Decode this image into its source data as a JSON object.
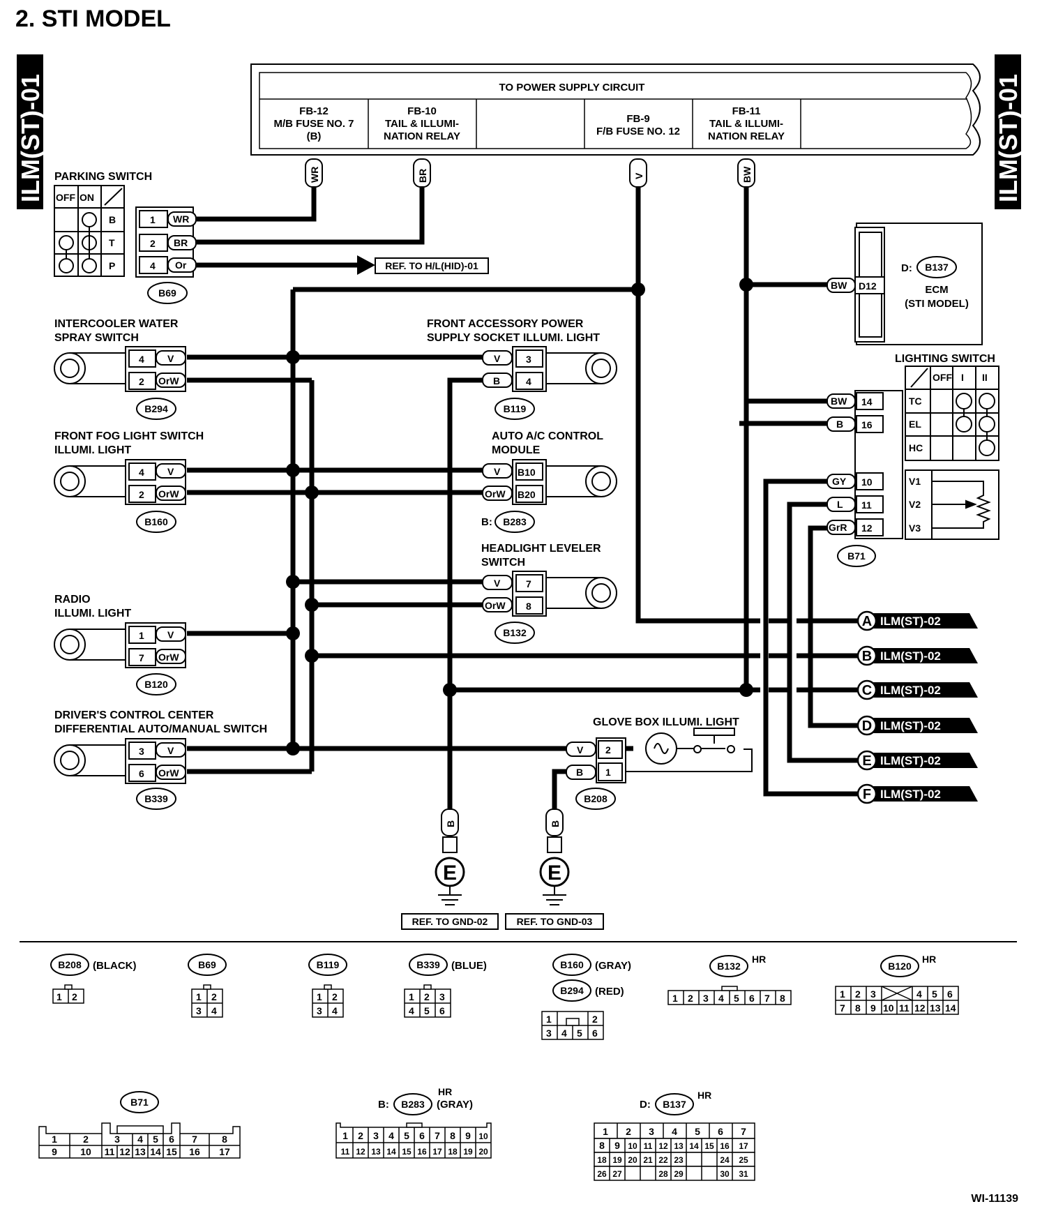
{
  "title": "2.  STI MODEL",
  "side_tabs": [
    "ILM(ST)-01",
    "ILM(ST)-01"
  ],
  "power_supply": {
    "header": "TO POWER SUPPLY CIRCUIT",
    "fuses": [
      {
        "lines": [
          "FB-12",
          "M/B FUSE NO. 7",
          "(B)"
        ]
      },
      {
        "lines": [
          "FB-10",
          "TAIL & ILLUMI-",
          "NATION RELAY"
        ]
      },
      {
        "lines": []
      },
      {
        "lines": [
          "FB-9",
          "F/B FUSE NO. 12"
        ]
      },
      {
        "lines": [
          "FB-11",
          "TAIL & ILLUMI-",
          "NATION RELAY"
        ]
      }
    ]
  },
  "wire_colors": {
    "wr": "WR",
    "br": "BR",
    "v": "V",
    "bw": "BW",
    "or": "Or",
    "orw": "OrW",
    "b": "B",
    "gy": "GY",
    "l": "L",
    "grr": "GrR"
  },
  "parking_switch": {
    "title": "PARKING SWITCH",
    "cols": [
      "OFF",
      "ON"
    ],
    "rows": [
      "B",
      "T",
      "P"
    ],
    "pins": [
      "1",
      "2",
      "4"
    ],
    "connector": "B69",
    "ref": "REF. TO H/L(HID)-01"
  },
  "ecm": {
    "prefix": "D:",
    "connector": "B137",
    "name": "ECM",
    "model": "(STI MODEL)",
    "pin": "D12"
  },
  "lighting_switch": {
    "title": "LIGHTING SWITCH",
    "cols": [
      "OFF",
      "I",
      "II"
    ],
    "rows": [
      "TC",
      "EL",
      "HC"
    ],
    "vrows": [
      "V1",
      "V2",
      "V3"
    ],
    "pins": [
      "14",
      "16",
      "10",
      "11",
      "12"
    ],
    "connector": "B71"
  },
  "components_left": [
    {
      "title": [
        "INTERCOOLER WATER",
        "SPRAY SWITCH"
      ],
      "pins": [
        "4",
        "2"
      ],
      "connector": "B294"
    },
    {
      "title": [
        "FRONT FOG LIGHT SWITCH",
        "ILLUMI. LIGHT"
      ],
      "pins": [
        "4",
        "2"
      ],
      "connector": "B160"
    },
    {
      "title": [
        "RADIO",
        "ILLUMI. LIGHT"
      ],
      "pins": [
        "1",
        "7"
      ],
      "connector": "B120"
    },
    {
      "title": [
        "DRIVER'S CONTROL CENTER",
        "DIFFERENTIAL AUTO/MANUAL SWITCH"
      ],
      "pins": [
        "3",
        "6"
      ],
      "connector": "B339"
    }
  ],
  "components_right": [
    {
      "title": [
        "FRONT ACCESSORY POWER",
        "SUPPLY SOCKET ILLUMI. LIGHT"
      ],
      "pins": [
        "3",
        "4"
      ],
      "connector": "B119",
      "prefix": ""
    },
    {
      "title": [
        "AUTO A/C CONTROL",
        "MODULE"
      ],
      "pins": [
        "B10",
        "B20"
      ],
      "connector": "B283",
      "prefix": "B:"
    },
    {
      "title": [
        "HEADLIGHT LEVELER",
        "SWITCH"
      ],
      "pins": [
        "7",
        "8"
      ],
      "connector": "B132",
      "prefix": ""
    }
  ],
  "glove_box": {
    "title": "GLOVE BOX ILLUMI. LIGHT",
    "pins": [
      "2",
      "1"
    ],
    "connector": "B208"
  },
  "grounds": [
    {
      "symbol": "E",
      "ref": "REF. TO GND-02"
    },
    {
      "symbol": "E",
      "ref": "REF. TO GND-03"
    }
  ],
  "continuations": [
    {
      "letter": "A",
      "ref": "ILM(ST)-02"
    },
    {
      "letter": "B",
      "ref": "ILM(ST)-02"
    },
    {
      "letter": "C",
      "ref": "ILM(ST)-02"
    },
    {
      "letter": "D",
      "ref": "ILM(ST)-02"
    },
    {
      "letter": "E",
      "ref": "ILM(ST)-02"
    },
    {
      "letter": "F",
      "ref": "ILM(ST)-02"
    }
  ],
  "legend": {
    "b208": {
      "name": "B208",
      "note": "(BLACK)",
      "cells": [
        "1",
        "2"
      ]
    },
    "b69": {
      "name": "B69",
      "cells": [
        "1",
        "2",
        "3",
        "4"
      ]
    },
    "b119": {
      "name": "B119",
      "cells": [
        "1",
        "2",
        "3",
        "4"
      ]
    },
    "b339": {
      "name": "B339",
      "note": "(BLUE)",
      "cells": [
        "1",
        "2",
        "3",
        "4",
        "5",
        "6"
      ]
    },
    "b160": {
      "name": "B160",
      "note": "(GRAY)"
    },
    "b294": {
      "name": "B294",
      "note": "(RED)",
      "cells": [
        "1",
        "2",
        "3",
        "4",
        "5",
        "6"
      ]
    },
    "b132": {
      "name": "B132",
      "note": "HR",
      "cells": [
        "1",
        "2",
        "3",
        "4",
        "5",
        "6",
        "7",
        "8"
      ]
    },
    "b120": {
      "name": "B120",
      "note": "HR",
      "row1": [
        "1",
        "2",
        "3",
        "",
        "4",
        "5",
        "6"
      ],
      "row2": [
        "7",
        "8",
        "9",
        "10",
        "11",
        "12",
        "13",
        "14"
      ]
    },
    "b71": {
      "name": "B71",
      "row1": [
        "1",
        "2",
        "3",
        "4",
        "5",
        "6",
        "7",
        "8"
      ],
      "row2": [
        "9",
        "10",
        "11",
        "12",
        "13",
        "14",
        "15",
        "16",
        "17"
      ]
    },
    "b283": {
      "name": "B283",
      "prefix": "B:",
      "note1": "HR",
      "note2": "(GRAY)",
      "row1": [
        "1",
        "2",
        "3",
        "4",
        "5",
        "6",
        "7",
        "8",
        "9",
        "10"
      ],
      "row2": [
        "11",
        "12",
        "13",
        "14",
        "15",
        "16",
        "17",
        "18",
        "19",
        "20"
      ]
    },
    "b137": {
      "name": "B137",
      "prefix": "D:",
      "note": "HR",
      "rows": [
        [
          "1",
          "2",
          "3",
          "4",
          "5",
          "6",
          "7"
        ],
        [
          "8",
          "9",
          "10",
          "11",
          "12",
          "13",
          "14",
          "15",
          "16",
          "17"
        ],
        [
          "18",
          "19",
          "20",
          "21",
          "22",
          "23",
          "24",
          "25"
        ],
        [
          "26",
          "27",
          "28",
          "29",
          "30",
          "31"
        ]
      ]
    }
  },
  "figure_id": "WI-11139"
}
